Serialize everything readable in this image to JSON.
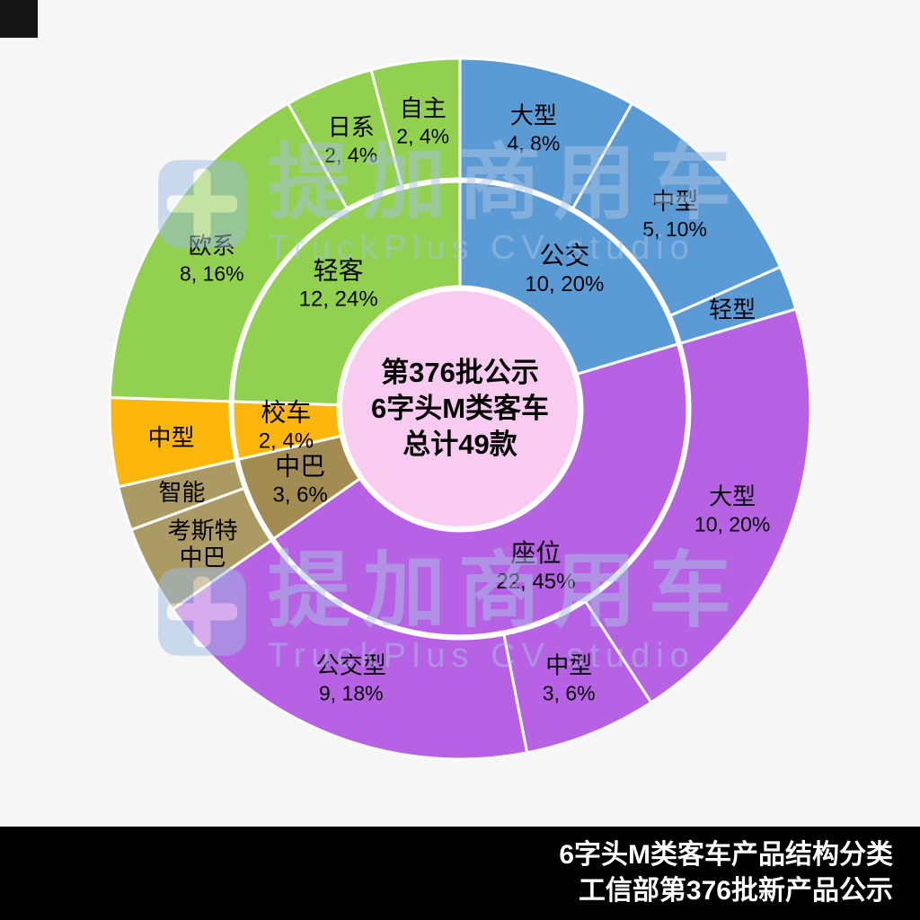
{
  "page": {
    "background": "#f6f6f6",
    "caption_line1": "6字头M类客车产品结构分类",
    "caption_line2": "工信部第376批新产品公示",
    "caption_bar_bg": "#000000",
    "caption_bar_fg": "#ffffff"
  },
  "watermark": {
    "brand_cn": "提加商用车",
    "brand_en": "TruckPlus CV studio",
    "color": "#a9c4e4"
  },
  "chart_data": {
    "type": "sunburst",
    "direction": "clockwise-from-top",
    "total": 49,
    "center_label_lines": [
      "第376批公示",
      "6字头M类客车",
      "总计49款"
    ],
    "center_color": "#f9cbf1",
    "stroke_color": "#ffffff",
    "categories": [
      {
        "name": "公交",
        "value": 10,
        "pct": "20%",
        "color": "#5b9bd5",
        "label_lines": [
          "公交",
          "10, 20%"
        ],
        "children": [
          {
            "name": "大型",
            "value": 4,
            "pct": "8%",
            "label_lines": [
              "大型",
              "4, 8%"
            ]
          },
          {
            "name": "中型",
            "value": 5,
            "pct": "10%",
            "label_lines": [
              "中型",
              "5, 10%"
            ]
          },
          {
            "name": "轻型",
            "value": 1,
            "pct": "2%",
            "label_lines": [
              "轻型"
            ]
          }
        ]
      },
      {
        "name": "座位",
        "value": 22,
        "pct": "45%",
        "color": "#b761e4",
        "label_lines": [
          "座位",
          "22, 45%"
        ],
        "children": [
          {
            "name": "大型",
            "value": 10,
            "pct": "20%",
            "label_lines": [
              "大型",
              "10, 20%"
            ]
          },
          {
            "name": "中型",
            "value": 3,
            "pct": "6%",
            "label_lines": [
              "中型",
              "3, 6%"
            ]
          },
          {
            "name": "公交型",
            "value": 9,
            "pct": "18%",
            "label_lines": [
              "公交型",
              "9, 18%"
            ]
          }
        ]
      },
      {
        "name": "中巴",
        "value": 3,
        "pct": "6%",
        "color": "#a28c51",
        "label_lines": [
          "中巴",
          "3, 6%"
        ],
        "children": [
          {
            "name": "考斯特中巴",
            "value": 2,
            "pct": "4%",
            "color": "#ac9a65",
            "label_lines": [
              "考斯特",
              "中巴"
            ]
          },
          {
            "name": "智能",
            "value": 1,
            "pct": "2%",
            "color": "#ac9a65",
            "label_lines": [
              "智能"
            ]
          }
        ]
      },
      {
        "name": "校车",
        "value": 2,
        "pct": "4%",
        "color": "#ffb60a",
        "label_lines": [
          "校车",
          "2, 4%"
        ],
        "children": [
          {
            "name": "中型",
            "value": 2,
            "pct": "4%",
            "label_lines": [
              "中型"
            ]
          }
        ]
      },
      {
        "name": "轻客",
        "value": 12,
        "pct": "24%",
        "color": "#92d050",
        "label_lines": [
          "轻客",
          "12, 24%"
        ],
        "children": [
          {
            "name": "欧系",
            "value": 8,
            "pct": "16%",
            "label_lines": [
              "欧系",
              "8, 16%"
            ]
          },
          {
            "name": "日系",
            "value": 2,
            "pct": "4%",
            "label_lines": [
              "日系",
              "2, 4%"
            ]
          },
          {
            "name": "自主",
            "value": 2,
            "pct": "4%",
            "label_lines": [
              "自主",
              "2, 4%"
            ]
          }
        ]
      }
    ]
  }
}
